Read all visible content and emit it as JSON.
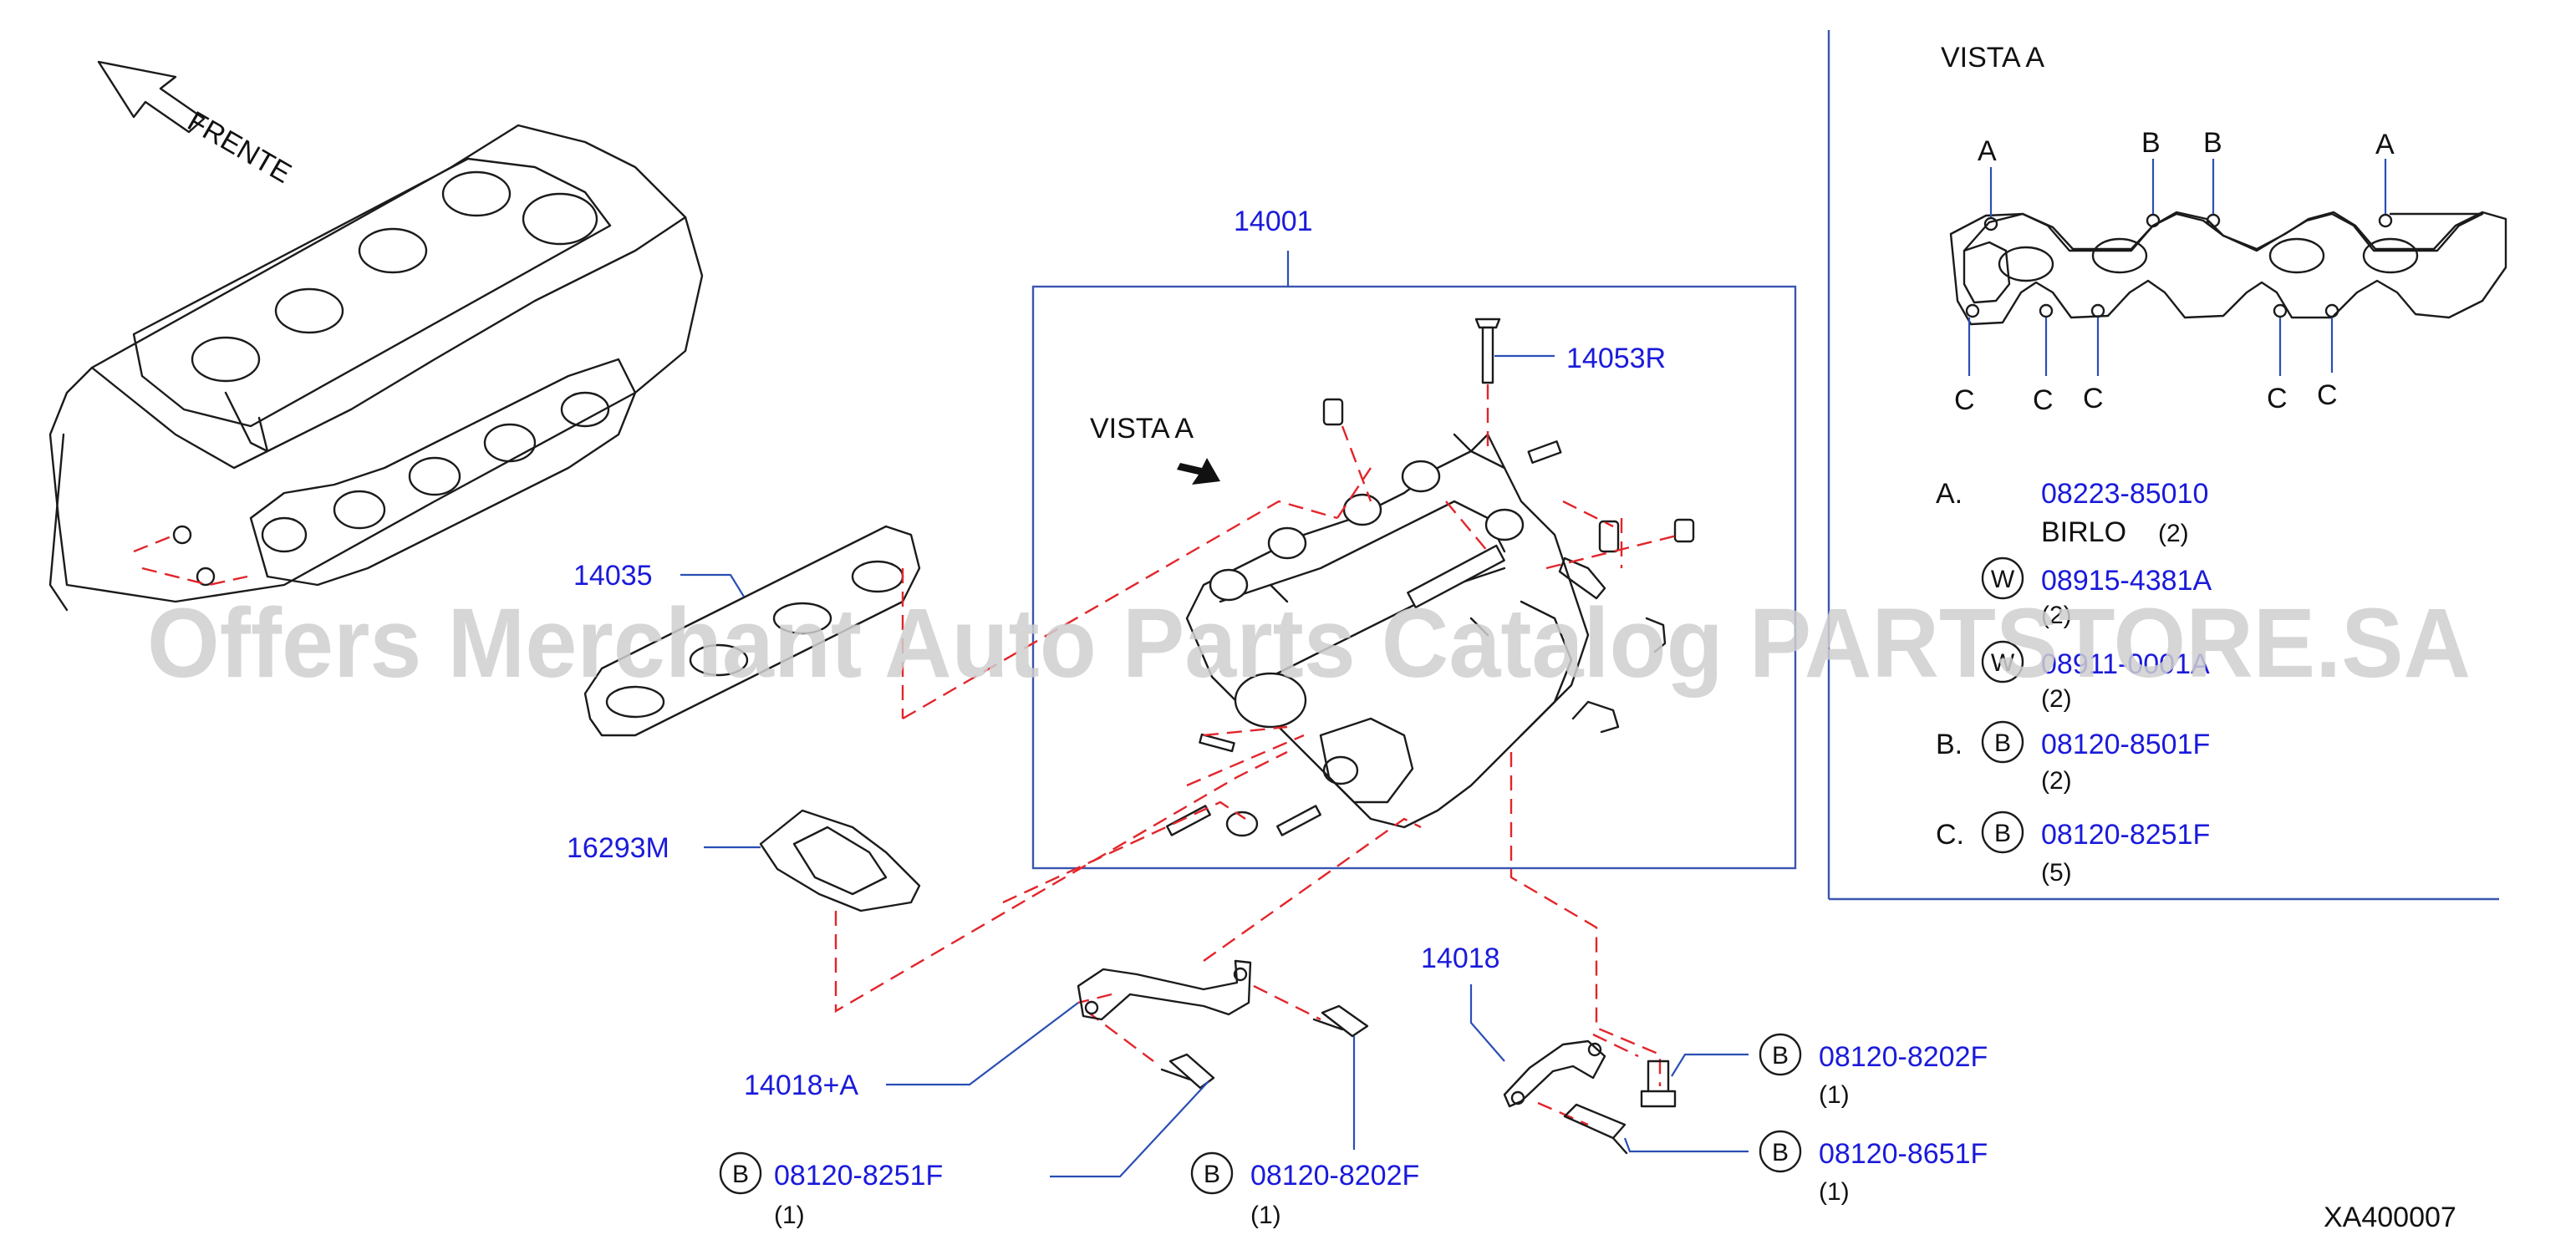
{
  "direction_label": "FRENTE",
  "view_label": "VISTA  A",
  "main_assembly": {
    "part_number": "14001"
  },
  "callouts": {
    "p14053R": "14053R",
    "p14035": "14035",
    "p16293M": "16293M",
    "p14018A": "14018+A",
    "p14018": "14018"
  },
  "bolts": [
    {
      "marker": "B",
      "part_number": "08120-8251F",
      "qty": "(1)"
    },
    {
      "marker": "B",
      "part_number": "08120-8202F",
      "qty": "(1)"
    },
    {
      "marker": "B",
      "part_number": "08120-8202F",
      "qty": "(1)"
    },
    {
      "marker": "B",
      "part_number": "08120-8651F",
      "qty": "(1)"
    }
  ],
  "vista_a": {
    "title": "VISTA  A",
    "point_labels": [
      "A",
      "B",
      "B",
      "A",
      "C",
      "C",
      "C",
      "C",
      "C"
    ],
    "legend": [
      {
        "key": "A.",
        "marker": "",
        "part_number": "08223-85010",
        "desc": "BIRLO",
        "qty": "(2)"
      },
      {
        "key": "",
        "marker": "W",
        "part_number": "08915-4381A",
        "desc": "",
        "qty": "(2)"
      },
      {
        "key": "",
        "marker": "W",
        "part_number": "08911-0001A",
        "desc": "",
        "qty": "(2)"
      },
      {
        "key": "B.",
        "marker": "B",
        "part_number": "08120-8501F",
        "desc": "",
        "qty": "(2)"
      },
      {
        "key": "C.",
        "marker": "B",
        "part_number": "08120-8251F",
        "desc": "",
        "qty": "(5)"
      }
    ]
  },
  "diagram_code": "XA400007",
  "watermark": "Offers Merchant Auto Parts Catalog PARTSTORE.SA"
}
